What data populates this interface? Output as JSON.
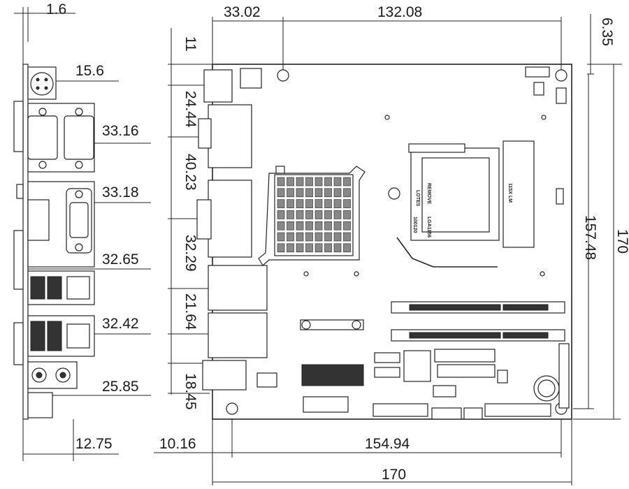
{
  "dimensions": {
    "top_left_width": "1.6",
    "top_offset": "33.02",
    "top_span": "132.08",
    "top_right": "6.35",
    "left_top_margin": "11",
    "io_ps2": "15.6",
    "io_com": "33.16",
    "io_dvi_vga": "33.18",
    "io_usb_lan1": "32.65",
    "io_usb_lan2": "32.42",
    "io_audio": "25.85",
    "io_bottom": "12.75",
    "gap_24_44": "24.44",
    "gap_40_23": "40.23",
    "gap_32_29": "32.29",
    "gap_21_64": "21.64",
    "gap_18_45": "18.45",
    "bottom_offset": "10.16",
    "bottom_span": "154.94",
    "bottom_total": "170",
    "right_span": "157.48",
    "right_total": "170"
  },
  "socket_labels": {
    "model": "115X LM",
    "brand": "LOTES",
    "code": "100120",
    "tag1": "REMOVE",
    "tag2": "LGA1156"
  }
}
